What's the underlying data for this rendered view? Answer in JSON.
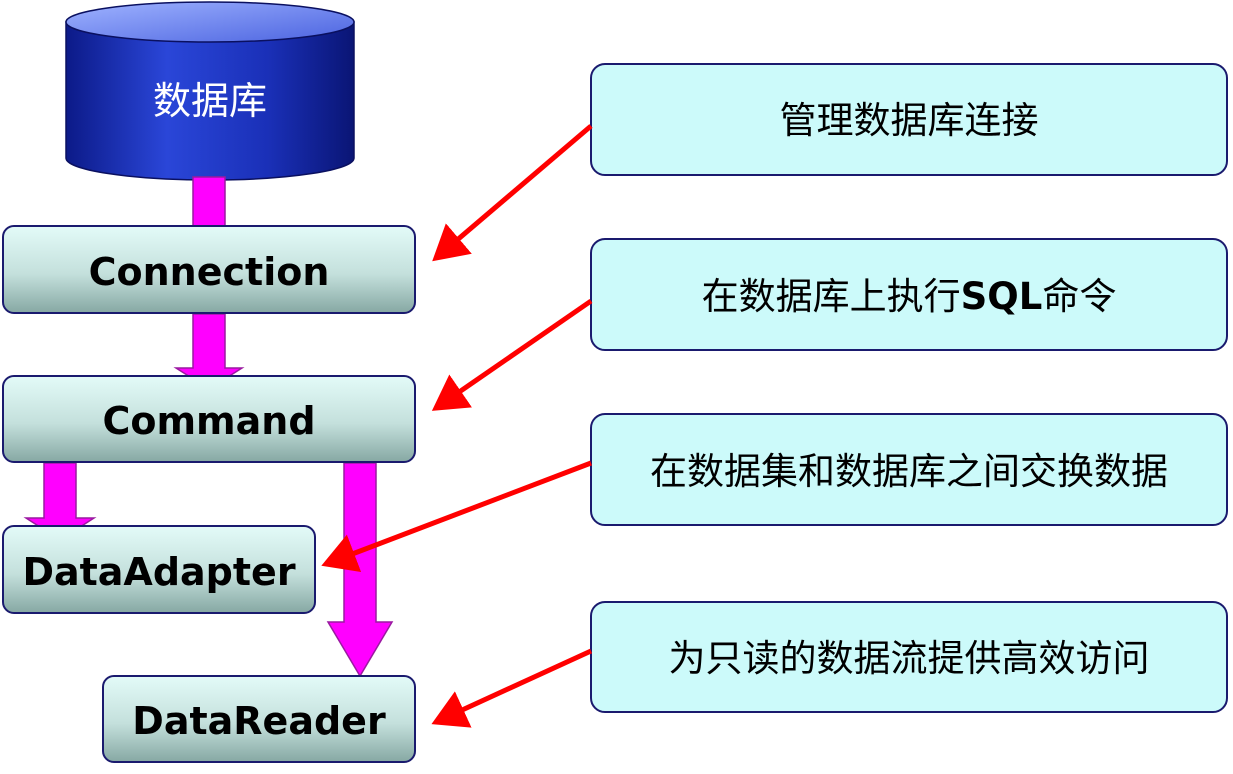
{
  "database": {
    "label": "数据库"
  },
  "nodes": {
    "connection": "Connection",
    "command": "Command",
    "data_adapter": "DataAdapter",
    "data_reader": "DataReader"
  },
  "descriptions": {
    "connection": "管理数据库连接",
    "command_pre": "在数据库上执行",
    "command_bold": "SQL",
    "command_post": "命令",
    "data_adapter": "在数据集和数据库之间交换数据",
    "data_reader": "为只读的数据流提供高效访问"
  },
  "colors": {
    "db_fill": "#1a2fae",
    "node_fill_top": "#ddf7f5",
    "node_fill_bottom": "#8fb2ad",
    "node_border": "#1a1a6e",
    "desc_fill": "#ccfafa",
    "desc_border": "#1a1a6e",
    "flow_arrow": "#ff00ff",
    "pointer_arrow": "#ff0000"
  }
}
